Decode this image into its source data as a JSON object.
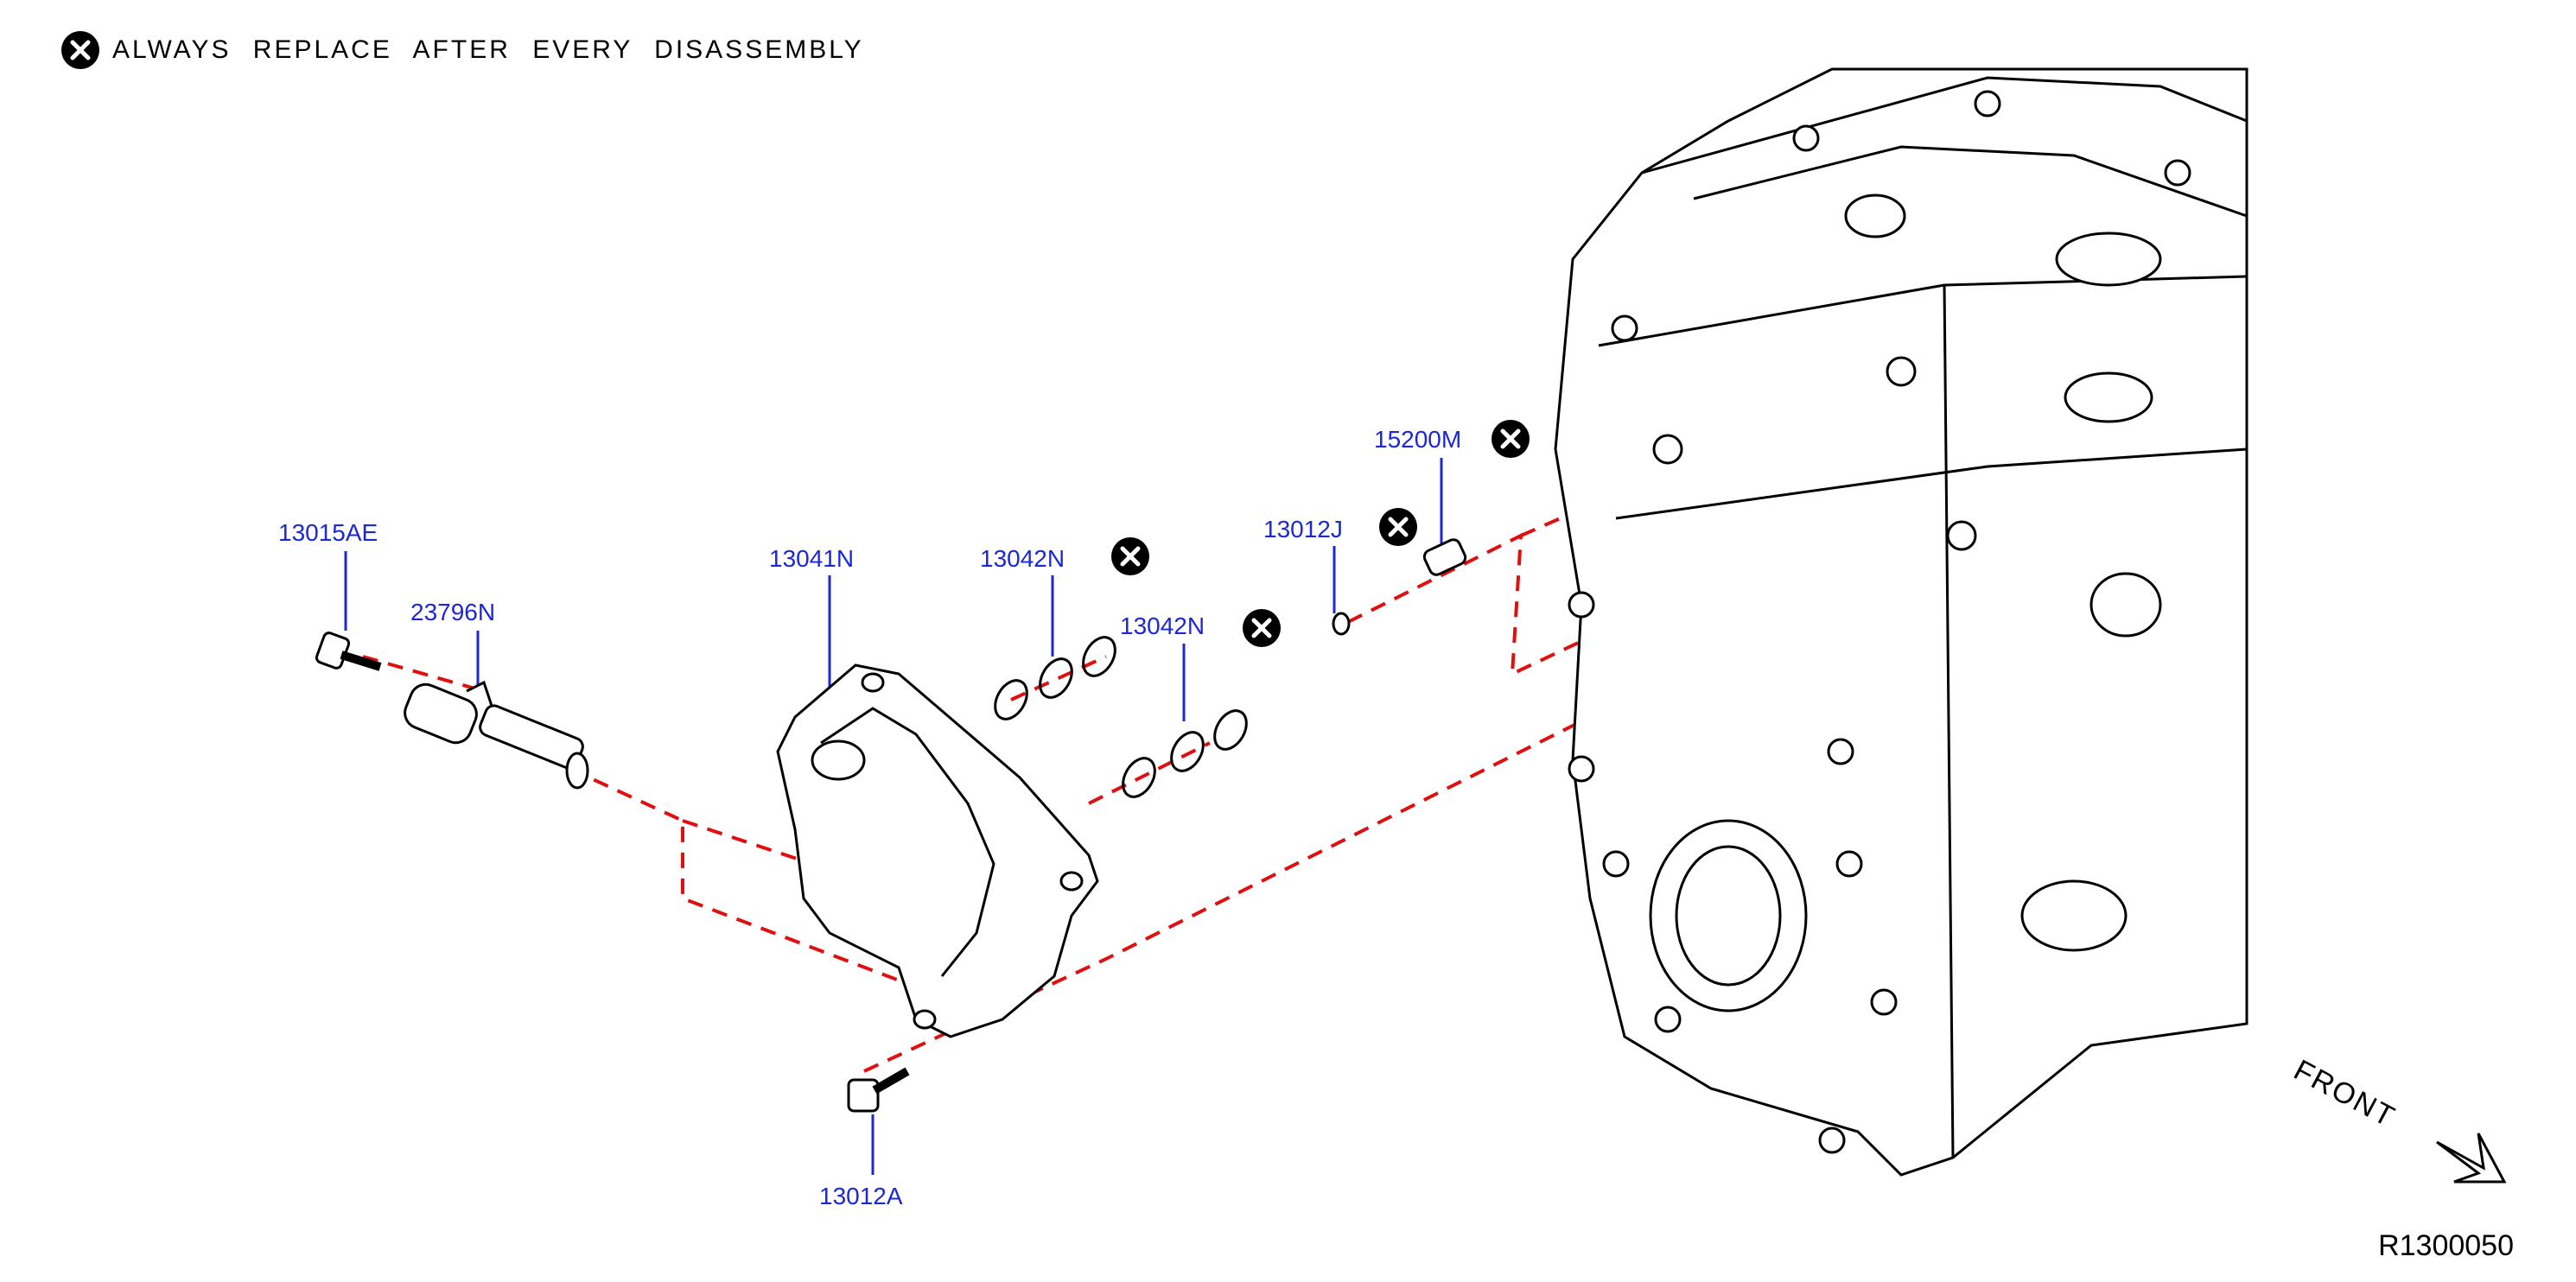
{
  "legend": {
    "text": "ALWAYS REPLACE AFTER EVERY DISASSEMBLY",
    "icon": "x-circle-icon"
  },
  "parts": [
    {
      "id": "13015AE",
      "replace": false
    },
    {
      "id": "23796N",
      "replace": false
    },
    {
      "id": "13041N",
      "replace": false
    },
    {
      "id": "13042N",
      "replace": true
    },
    {
      "id": "13042N",
      "replace": true
    },
    {
      "id": "13012J",
      "replace": true
    },
    {
      "id": "15200M",
      "replace": true
    },
    {
      "id": "13012A",
      "replace": false
    }
  ],
  "front_label": "FRONT",
  "diagram_ref": "R1300050",
  "colors": {
    "callout": "#1b28d6",
    "leader_dash": "#e01010",
    "line": "#000000"
  }
}
